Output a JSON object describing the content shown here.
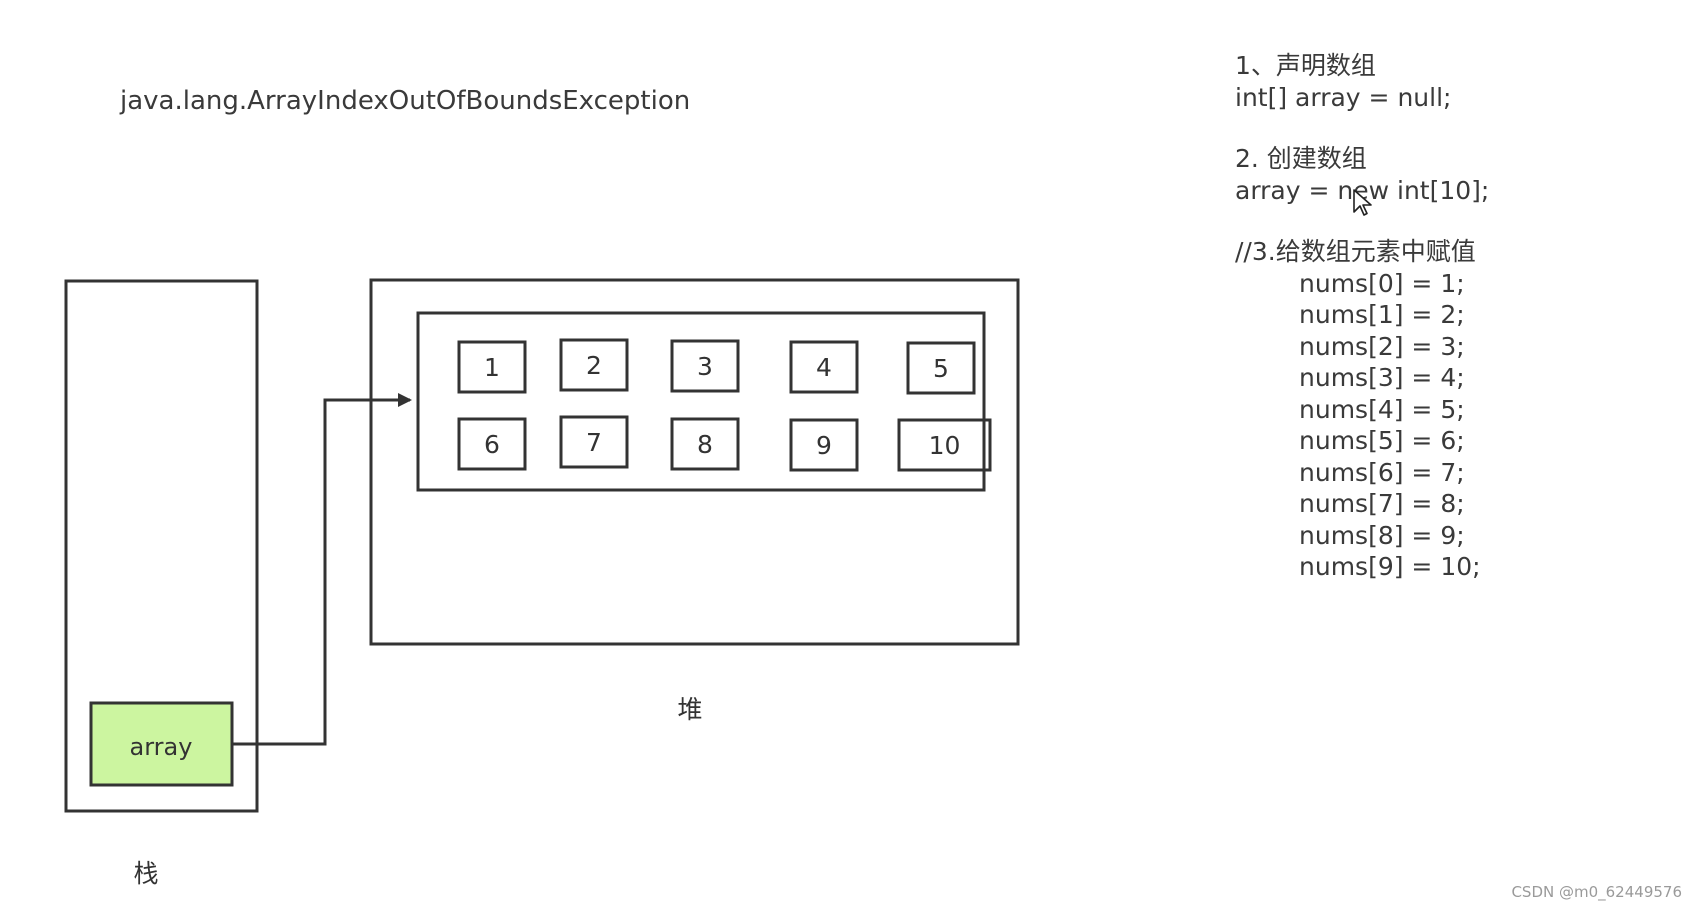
{
  "exception_text": "java.lang.ArrayIndexOutOfBoundsException",
  "stack": {
    "label": "栈",
    "variable_label": "array",
    "variable_color": "#ccf5a0"
  },
  "heap": {
    "label": "堆",
    "cells": [
      "1",
      "2",
      "3",
      "4",
      "5",
      "6",
      "7",
      "8",
      "9",
      "10"
    ]
  },
  "code": {
    "step1_title": "1、声明数组",
    "step1_code": "int[] array = null;",
    "step2_title": "2. 创建数组",
    "step2_code": "array = new int[10];",
    "step3_title": "//3.给数组元素中赋值",
    "assignments": [
      "nums[0] = 1;",
      "nums[1] = 2;",
      "nums[2] = 3;",
      "nums[3] = 4;",
      "nums[4] = 5;",
      "nums[5] = 6;",
      "nums[6] = 7;",
      "nums[7] = 8;",
      "nums[8] = 9;",
      "nums[9] = 10;"
    ]
  },
  "watermark": "CSDN @m0_62449576",
  "icons": {
    "cursor": "mouse-pointer-icon"
  },
  "colors": {
    "stroke": "#333333",
    "text": "#3a3a3a"
  }
}
